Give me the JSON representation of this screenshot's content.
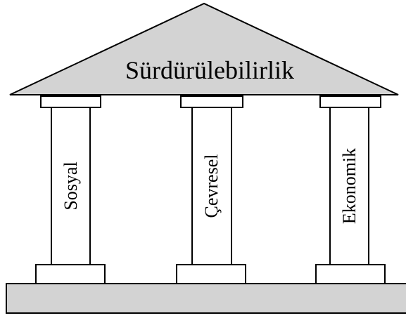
{
  "roof": {
    "label": "Sürdürülebilirlik"
  },
  "pillars": [
    {
      "label": "Sosyal"
    },
    {
      "label": "Çevresel"
    },
    {
      "label": "Ekonomik"
    }
  ],
  "colors": {
    "fill": "#d3d3d3",
    "stroke": "#000000",
    "background": "#ffffff"
  }
}
